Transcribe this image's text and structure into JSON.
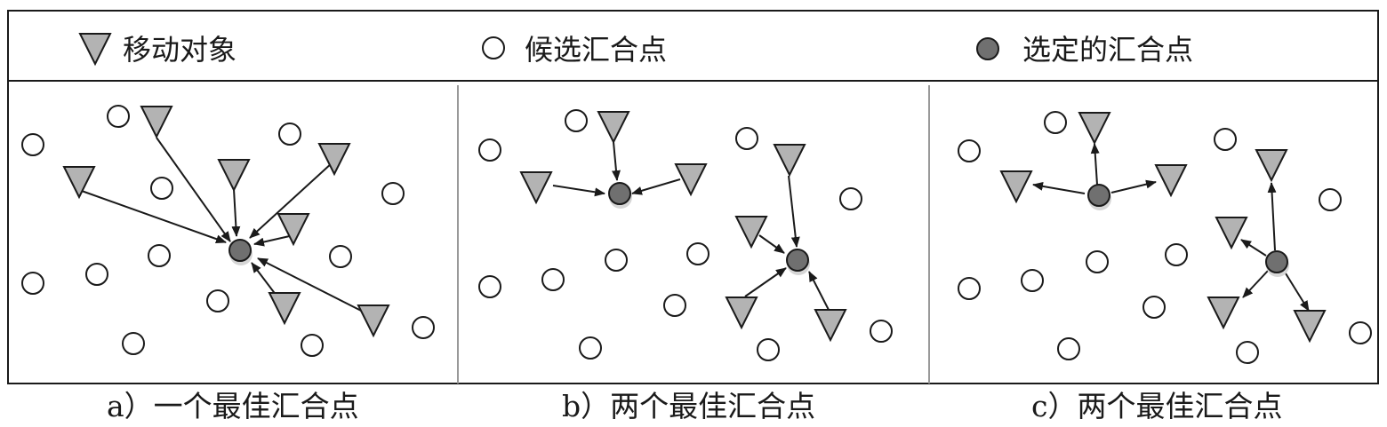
{
  "legend": {
    "moving_object": "移动对象",
    "candidate_point": "候选汇合点",
    "selected_point": "选定的汇合点"
  },
  "panels": [
    {
      "caption": "a）一个最佳汇合点"
    },
    {
      "caption": "b）两个最佳汇合点"
    },
    {
      "caption": "c）两个最佳汇合点"
    }
  ],
  "colors": {
    "triangle_fill": "#b3b3b3",
    "selected_fill": "#707070",
    "candidate_fill": "#ffffff",
    "stroke": "#1a1a1a",
    "divider": "#999999"
  }
}
